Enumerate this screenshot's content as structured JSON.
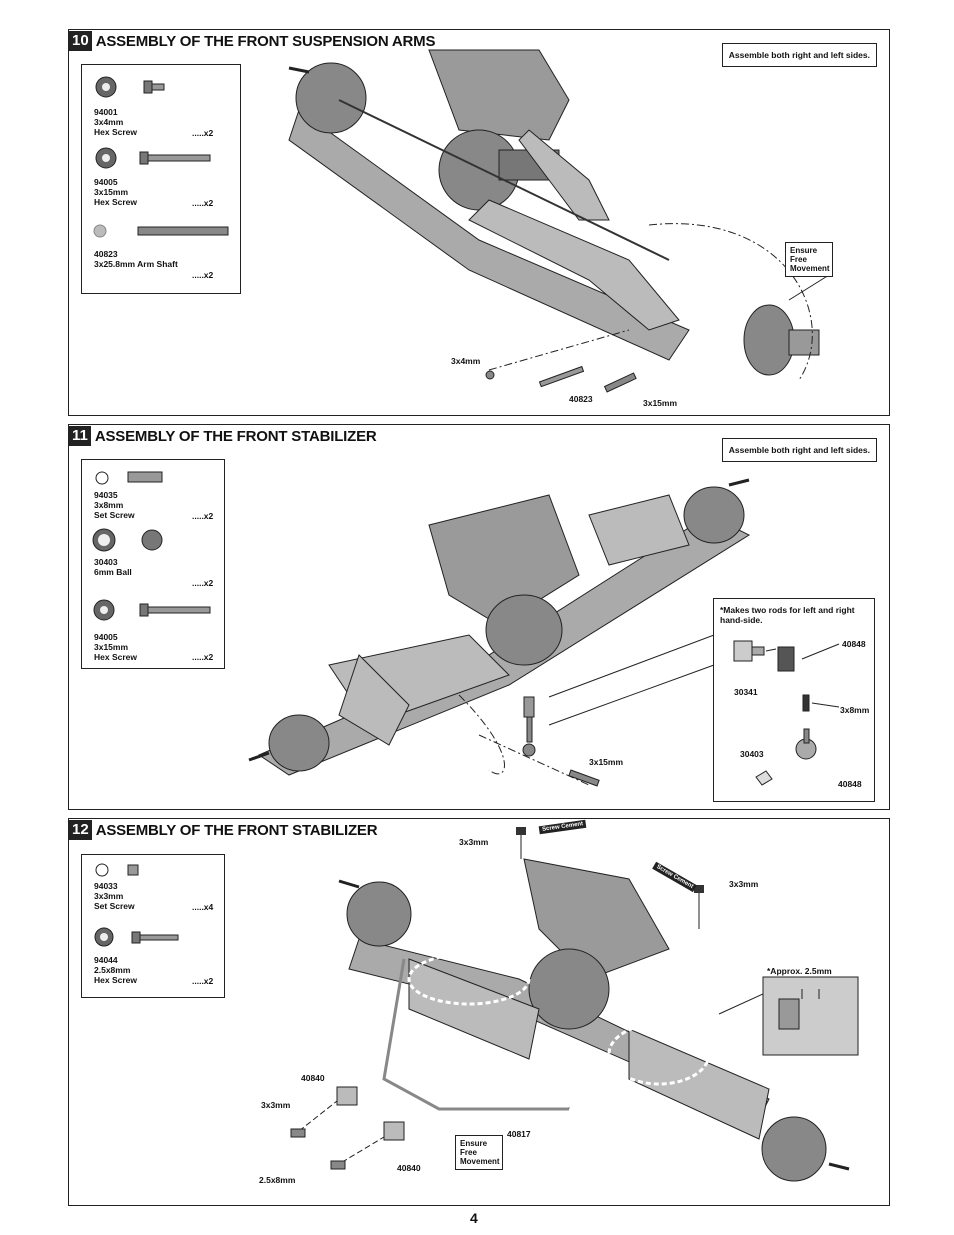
{
  "page_number": "4",
  "steps": [
    {
      "number": "10",
      "title": "ASSEMBLY OF THE FRONT SUSPENSION ARMS",
      "note": "Assemble both right and left sides.",
      "parts": [
        {
          "code": "94001",
          "size": "3x4mm",
          "name": "Hex Screw",
          "qty": ".....x2"
        },
        {
          "code": "94005",
          "size": "3x15mm",
          "name": "Hex Screw",
          "qty": ".....x2"
        },
        {
          "code": "40823",
          "size": "3x25.8mm Arm Shaft",
          "name": "",
          "qty": ".....x2"
        }
      ],
      "callouts": {
        "ensure": "Ensure Free Movement",
        "screw_small": "3x4mm",
        "shaft": "40823",
        "screw_long": "3x15mm"
      }
    },
    {
      "number": "11",
      "title": "ASSEMBLY OF THE FRONT STABILIZER",
      "note": "Assemble both right and left sides.",
      "parts": [
        {
          "code": "94035",
          "size": "3x8mm",
          "name": "Set Screw",
          "qty": ".....x2"
        },
        {
          "code": "30403",
          "size": "6mm Ball",
          "name": "",
          "qty": ".....x2"
        },
        {
          "code": "94005",
          "size": "3x15mm",
          "name": "Hex Screw",
          "qty": ".....x2"
        }
      ],
      "callouts": {
        "screw_long": "3x15mm"
      },
      "detail": {
        "note": "*Makes two rods for left and right hand-side.",
        "a": "40848",
        "b": "30341",
        "c": "3x8mm",
        "d": "30403",
        "e": "40848"
      }
    },
    {
      "number": "12",
      "title": "ASSEMBLY OF THE FRONT STABILIZER",
      "parts": [
        {
          "code": "94033",
          "size": "3x3mm",
          "name": "Set Screw",
          "qty": ".....x4"
        },
        {
          "code": "94044",
          "size": "2.5x8mm",
          "name": "Hex Screw",
          "qty": ".....x2"
        }
      ],
      "callouts": {
        "top_left": "3x3mm",
        "top_right": "3x3mm",
        "approx": "*Approx. 2.5mm",
        "mount_a": "40840",
        "screw_a": "3x3mm",
        "mount_b": "40840",
        "screw_b": "2.5x8mm",
        "bar": "40817",
        "ensure": "Ensure Free Movement",
        "glue1": "Screw Cement",
        "glue2": "Screw Cement"
      }
    }
  ]
}
